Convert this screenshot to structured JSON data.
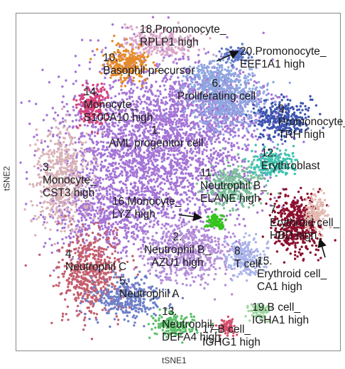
{
  "chart_data": {
    "type": "scatter",
    "xlabel": "tSNE1",
    "ylabel": "tSNE2",
    "grid": false,
    "legend": "none",
    "clusters": [
      {
        "id": "1",
        "label": [
          "1.",
          "AML progenitor cell"
        ],
        "color": "#a575d6"
      },
      {
        "id": "2",
        "label": [
          "2.",
          "Neutrophil B_",
          "AZU1 high"
        ],
        "color": "#b58fd8"
      },
      {
        "id": "3",
        "label": [
          "3.",
          "Monocyte_",
          "CST3 high"
        ],
        "color": "#d9b3b8"
      },
      {
        "id": "4",
        "label": [
          "4.",
          "Neutrophil C"
        ],
        "color": "#c45e6e"
      },
      {
        "id": "5",
        "label": [
          "5.",
          "Neutrophil A"
        ],
        "color": "#6f80c8"
      },
      {
        "id": "6",
        "label": [
          "6.",
          "Proliferating cell"
        ],
        "color": "#8fa7e0"
      },
      {
        "id": "7",
        "label": [
          "7.",
          "Erythroid cell_",
          "HBD high"
        ],
        "color": "#8c0f2e"
      },
      {
        "id": "8",
        "label": [
          "8.",
          "T cell"
        ],
        "color": "#a9b3ea"
      },
      {
        "id": "9",
        "label": [
          "9.",
          "Promonocyte_",
          "TRH high"
        ],
        "color": "#3d55b0"
      },
      {
        "id": "10",
        "label": [
          "10.",
          "Basophil precursor"
        ],
        "color": "#e58a2a"
      },
      {
        "id": "11",
        "label": [
          "11.",
          "Neutrophil B_",
          "ELANE high"
        ],
        "color": "#7bbf9a"
      },
      {
        "id": "12",
        "label": [
          "12.",
          "Erythroblast"
        ],
        "color": "#3fc3b0"
      },
      {
        "id": "13",
        "label": [
          "13.",
          "Neutrophil_",
          "DEFA4 high"
        ],
        "color": "#5cc06a"
      },
      {
        "id": "14",
        "label": [
          "14.",
          "Monocyte_",
          "S100A10 high"
        ],
        "color": "#d6427a"
      },
      {
        "id": "15",
        "label": [
          "15.",
          "Erythroid cell_",
          "CA1 high"
        ],
        "color": "#e3b9b0"
      },
      {
        "id": "16",
        "label": [
          "16.Monocyte_",
          "LYZ high"
        ],
        "color": "#35c41e"
      },
      {
        "id": "17",
        "label": [
          "17.B cell_",
          "IGHG1 high"
        ],
        "color": "#d64f6e"
      },
      {
        "id": "18",
        "label": [
          "18.Promonocyte_",
          "RPLP1 high"
        ],
        "color": "#d9a6c9"
      },
      {
        "id": "19",
        "label": [
          "19.B cell_",
          "IGHA1 high"
        ],
        "color": "#9fd6a0"
      },
      {
        "id": "20",
        "label": [
          "20.Promonocyte_",
          "EEF1A1 high"
        ],
        "color": "#5b74c6"
      }
    ]
  }
}
